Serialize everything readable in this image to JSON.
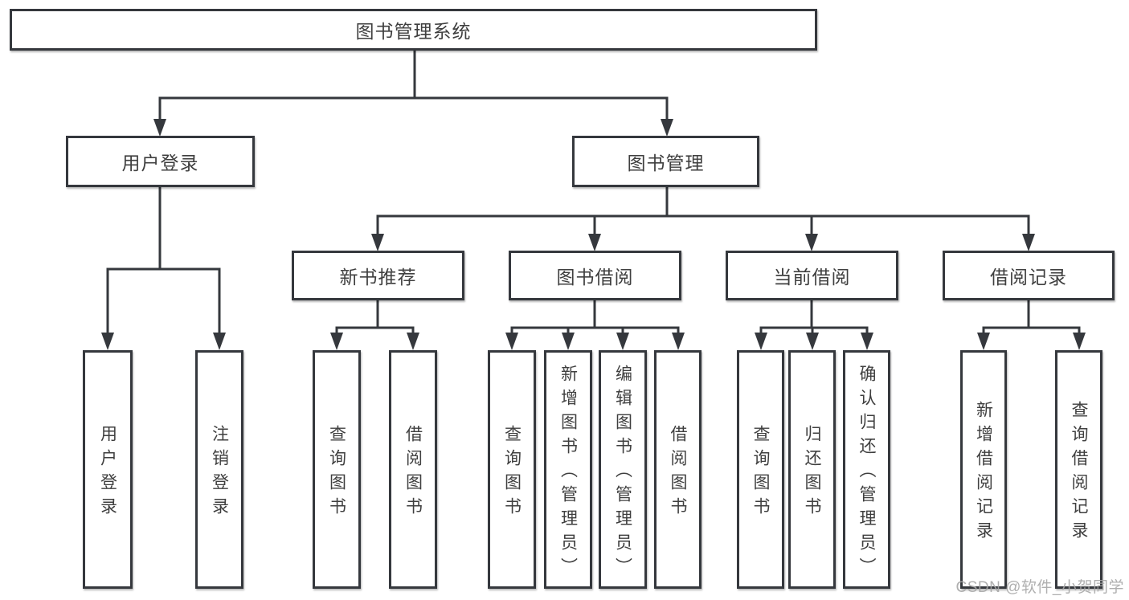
{
  "nodes": {
    "root": "图书管理系统",
    "user_login": "用户登录",
    "book_management": "图书管理",
    "new_book_recommendation": "新书推荐",
    "book_borrowing": "图书借阅",
    "current_borrowing": "当前借阅",
    "borrowing_records": "借阅记录",
    "user_login_leaf": "用户登录",
    "logout_leaf": "注销登录",
    "nbr_query_books": "查询图书",
    "nbr_borrow_books": "借阅图书",
    "bb_query_books": "查询图书",
    "bb_add_books": "新增图书（管理员）",
    "bb_edit_books": "编辑图书（管理员）",
    "bb_borrow_books": "借阅图书",
    "cb_query_books": "查询图书",
    "cb_return_books": "归还图书",
    "cb_confirm_return": "确认归还（管理员）",
    "br_add_record": "新增借阅记录",
    "br_query_record": "查询借阅记录"
  },
  "watermark": "CSDN @软件_小贺同学",
  "colors": {
    "line": "#35383d",
    "text": "#3f3f3f",
    "background": "#ffffff",
    "watermark": "#a6a6a6"
  }
}
